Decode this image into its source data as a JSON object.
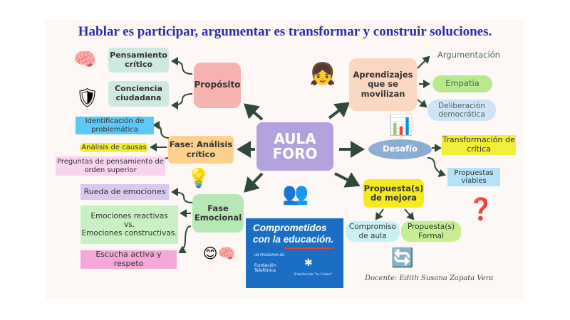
{
  "title": "Hablar es participar, argumentar es transformar y construir soluciones.",
  "center": {
    "line1": "AULA",
    "line2": "FORO"
  },
  "proposito": {
    "label": "Propósito",
    "children": [
      "Pensamiento crítico",
      "Conciencia ciudadana"
    ]
  },
  "analisis": {
    "label": "Fase: Análisis crítico",
    "children": [
      "Identificación de problemática",
      "Análisis de causas",
      "Preguntas de pensamiento de orden superior"
    ]
  },
  "emocional": {
    "label": "Fase Emocional",
    "children": [
      "Rueda de emociones",
      "Emociones reactivas",
      "vs.",
      "Emociones constructivas.",
      "Escucha activa y respeto"
    ]
  },
  "aprendizajes": {
    "label": "Aprendizajes que se movilizan",
    "children": [
      "Argumentación",
      "Empatía",
      "Deliberación democrática"
    ]
  },
  "desafio": {
    "label": "Desafío",
    "children": [
      "Transformación de crítica",
      "Propuestas viables"
    ]
  },
  "propuesta": {
    "label": "Propuesta(s) de mejora",
    "children": [
      "Compromiso de aula",
      "Propuesta(s) Formal"
    ]
  },
  "banner": {
    "line1": "Comprometidos",
    "line2": "con la educación.",
    "program": "UN PROGRAMA DE:",
    "org1": "Fundación Telefónica",
    "org2": "Fundación \"la Caixa\""
  },
  "author": "Docente: Edith Susana Zapata Vera",
  "colors": {
    "arrow": "#2f4a3a",
    "title": "#2b2ba6",
    "center": "#b3a1dd"
  }
}
